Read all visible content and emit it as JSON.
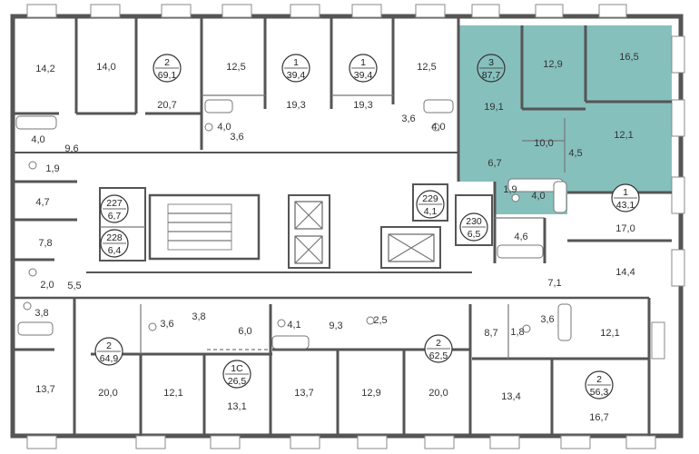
{
  "colors": {
    "highlight": "#86c0bd",
    "wall": "#555555",
    "background": "#ffffff"
  },
  "apartments": [
    {
      "id": "apt-2-69",
      "rooms": "2",
      "area": "69,1"
    },
    {
      "id": "apt-1-39a",
      "rooms": "1",
      "area": "39,4"
    },
    {
      "id": "apt-1-39b",
      "rooms": "1",
      "area": "39,4"
    },
    {
      "id": "apt-3-87",
      "rooms": "3",
      "area": "87,7",
      "highlighted": true
    },
    {
      "id": "apt-227",
      "rooms": "227",
      "area": "6,7"
    },
    {
      "id": "apt-228",
      "rooms": "228",
      "area": "6,4"
    },
    {
      "id": "apt-229",
      "rooms": "229",
      "area": "4,1"
    },
    {
      "id": "apt-230",
      "rooms": "230",
      "area": "6,5"
    },
    {
      "id": "apt-1-43",
      "rooms": "1",
      "area": "43,1"
    },
    {
      "id": "apt-2-64",
      "rooms": "2",
      "area": "64,9"
    },
    {
      "id": "apt-1c-26",
      "rooms": "1С",
      "area": "26,5"
    },
    {
      "id": "apt-2-62",
      "rooms": "2",
      "area": "62,5"
    },
    {
      "id": "apt-2-56",
      "rooms": "2",
      "area": "56,3"
    }
  ],
  "rooms": [
    "14,2",
    "14,0",
    "20,7",
    "12,5",
    "19,3",
    "19,3",
    "12,5",
    "12,9",
    "16,5",
    "4,0",
    "9,6",
    "1,9",
    "4,0",
    "3,6",
    "3,6",
    "4,0",
    "19,1",
    "10,0",
    "12,1",
    "4,5",
    "6,7",
    "1,9",
    "4,0",
    "4,7",
    "7,8",
    "17,0",
    "4,6",
    "14,4",
    "2,0",
    "5,5",
    "3,8",
    "7,1",
    "3,6",
    "3,8",
    "6,0",
    "4,1",
    "9,3",
    "2,5",
    "8,7",
    "1,8",
    "3,6",
    "12,1",
    "13,7",
    "20,0",
    "12,1",
    "13,1",
    "13,7",
    "12,9",
    "20,0",
    "13,4",
    "16,7"
  ]
}
